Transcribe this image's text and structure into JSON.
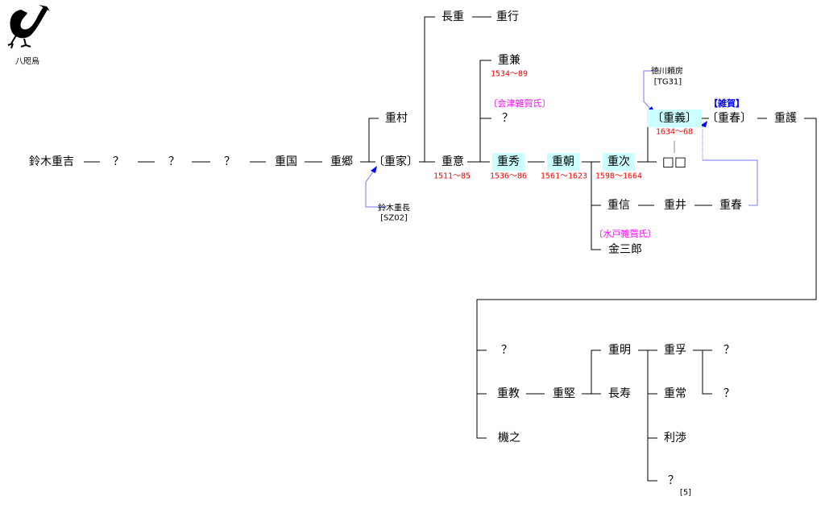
{
  "crest": {
    "label": "八咫烏"
  },
  "people": {
    "shigeyoshi": "鈴木重吉",
    "q1": "？",
    "q2": "？",
    "q3": "？",
    "shigekuni": "重国",
    "shigesato": "重郷",
    "shigemura": "重村",
    "shigeie": "〔重家〕",
    "nagashige": "長重",
    "shigeyuki": "重行",
    "shigeoki": "重意",
    "shigekane": "重兼",
    "q_aizu": "？",
    "shigehide": "重秀",
    "shigetomo": "重朝",
    "shigetsugu": "重次",
    "shigeyoshi2": "〔重義〕",
    "boxes": "□□",
    "shigeharu": "〔重春〕",
    "shigemori": "重護",
    "shigenobu": "重信",
    "shigei": "重井",
    "shigeharu2": "重春",
    "kinsaburo": "金三郎",
    "q_b1": "？",
    "shigenori": "重教",
    "kiyuki": "機之",
    "shigekata": "重堅",
    "shigeaki": "重明",
    "nagatoshi": "長寿",
    "shigefu": "重孚",
    "shigetsune": "重常",
    "risho": "利渉",
    "q_b2": "？",
    "q_c1": "？",
    "q_c2": "？"
  },
  "dates": {
    "shigeoki": "1511〜85",
    "shigekane": "1534〜89",
    "shigehide": "1536〜86",
    "shigetomo": "1561〜1623",
    "shigetsugu": "1598〜1664",
    "shigeyoshi2": "1634〜68"
  },
  "notes": {
    "aizu": "〔会津雑賀氏〕",
    "mito": "〔水戸雑賀氏〕",
    "saika": "【雑賀】",
    "suzuki_name": "鈴木重長",
    "suzuki_ref": "[SZ02]",
    "tokugawa_name": "徳川頼房",
    "tokugawa_ref": "[TG31]",
    "ref5": "[5]"
  },
  "colors": {
    "highlight": "#ccffff",
    "dates": "#ff0000",
    "clan": "#ff00ff",
    "saika": "#0000ff",
    "link": "#7777ff"
  }
}
